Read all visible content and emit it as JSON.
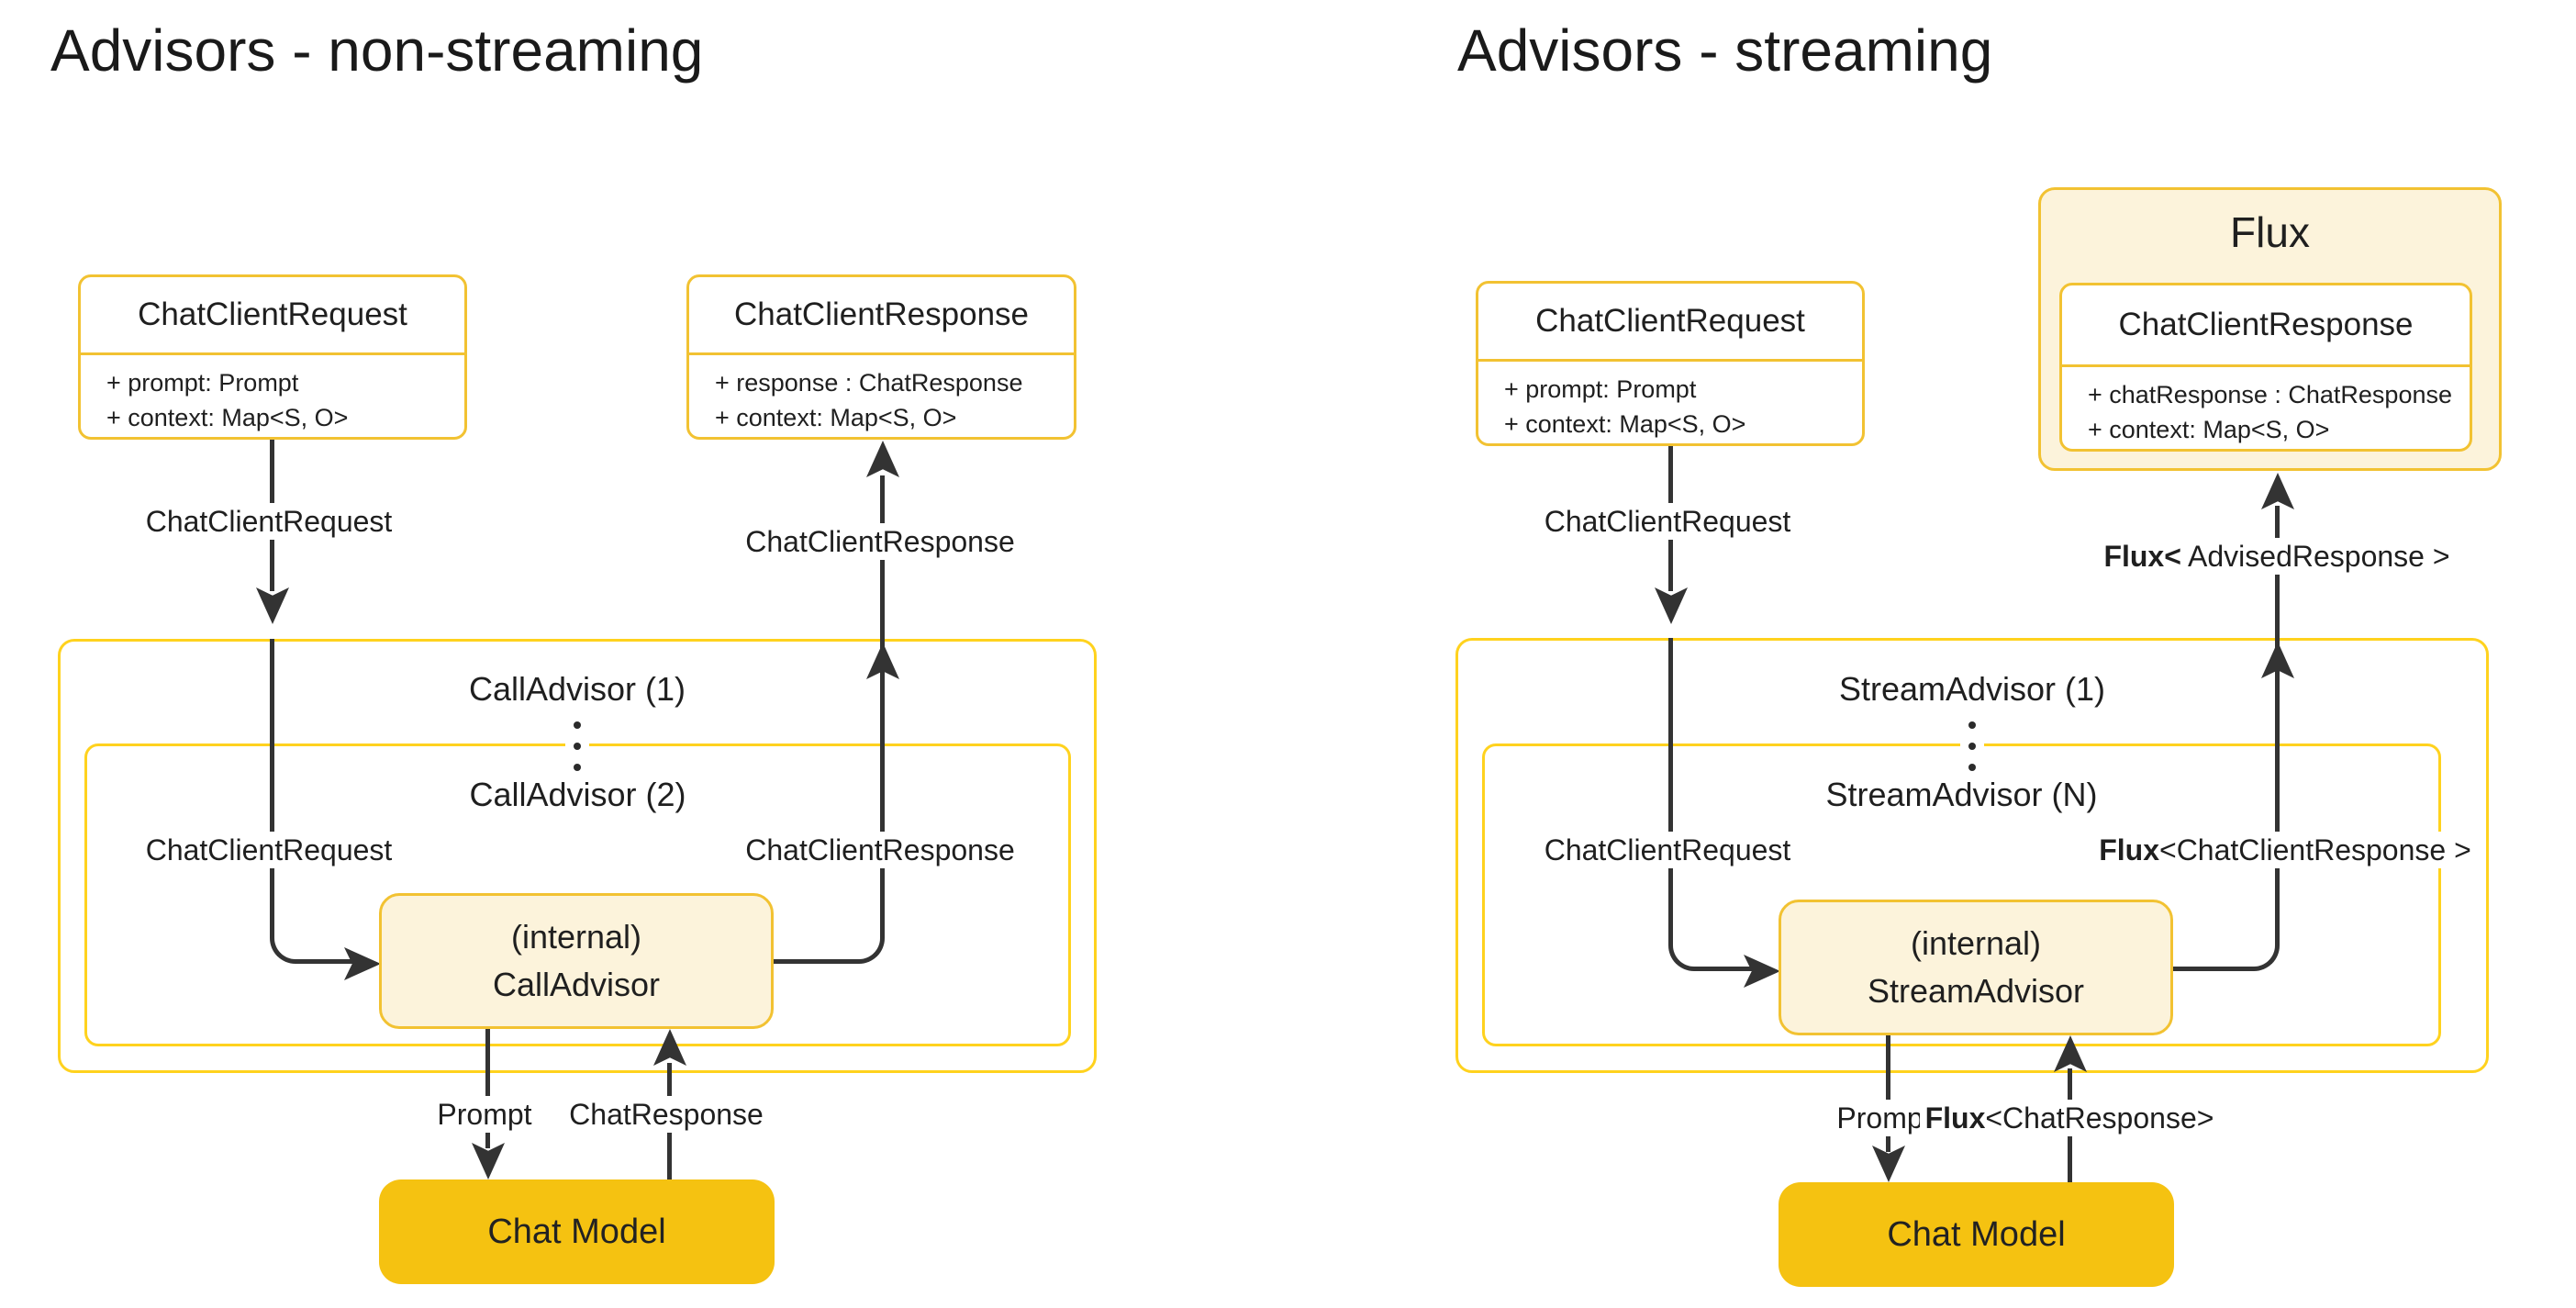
{
  "colors": {
    "class_border": "#F2C232",
    "container_border": "#FFD21E",
    "cream": "#FCF3DB",
    "model_fill": "#F5C211",
    "line": "#333333",
    "text": "#1F1F1F"
  },
  "diagrams": [
    {
      "title": "Advisors - non-streaming",
      "request_class": {
        "name": "ChatClientRequest",
        "attributes": [
          "+ prompt: Prompt",
          "+ context: Map<S, O>"
        ]
      },
      "response_class": {
        "name": "ChatClientResponse",
        "attributes": [
          "+ response : ChatResponse",
          "+ context: Map<S, O>"
        ]
      },
      "flux_wrapper": null,
      "chain": {
        "outer": "CallAdvisor (1)",
        "ellipsis": "⋮",
        "inner": "CallAdvisor (2)"
      },
      "internal_advisor": [
        "(internal)",
        "CallAdvisor"
      ],
      "chat_model": "Chat Model",
      "labels": {
        "request_in": {
          "b": "",
          "t": "ChatClientRequest"
        },
        "response_out": {
          "b": "",
          "t": "ChatClientResponse"
        },
        "request_inner": {
          "b": "",
          "t": "ChatClientRequest"
        },
        "response_inner": {
          "b": "",
          "t": "ChatClientResponse"
        },
        "prompt": {
          "b": "",
          "t": "Prompt"
        },
        "model_response": {
          "b": "",
          "t": "ChatResponse"
        }
      }
    },
    {
      "title": "Advisors - streaming",
      "request_class": {
        "name": "ChatClientRequest",
        "attributes": [
          "+ prompt: Prompt",
          "+ context: Map<S, O>"
        ]
      },
      "response_class": {
        "name": "ChatClientResponse",
        "attributes": [
          "+ chatResponse : ChatResponse",
          "+ context: Map<S, O>"
        ]
      },
      "flux_wrapper": "Flux",
      "chain": {
        "outer": "StreamAdvisor (1)",
        "ellipsis": "⋮",
        "inner": "StreamAdvisor (N)"
      },
      "internal_advisor": [
        "(internal)",
        "StreamAdvisor"
      ],
      "chat_model": "Chat Model",
      "labels": {
        "request_in": {
          "b": "",
          "t": "ChatClientRequest"
        },
        "response_out": {
          "b": "Flux<",
          "t": " AdvisedResponse >"
        },
        "request_inner": {
          "b": "",
          "t": "ChatClientRequest"
        },
        "response_inner": {
          "b": "Flux",
          "t": "<ChatClientResponse >"
        },
        "prompt": {
          "b": "",
          "t": "Prompt"
        },
        "model_response": {
          "b": "Flux",
          "t": "<ChatResponse>"
        }
      }
    }
  ]
}
